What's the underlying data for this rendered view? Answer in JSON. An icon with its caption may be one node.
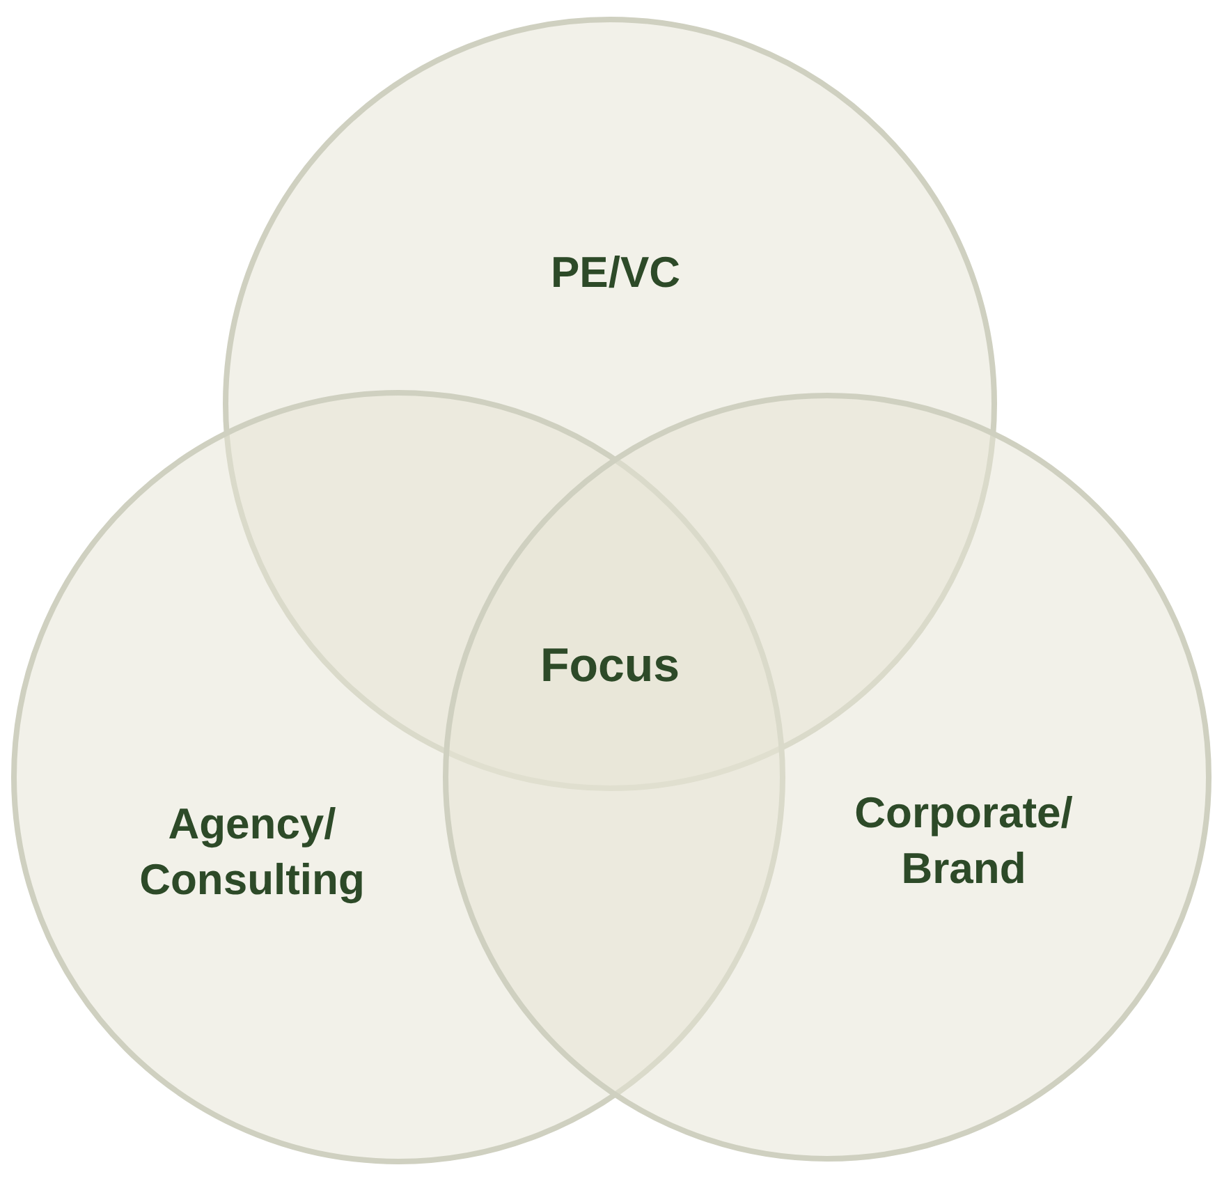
{
  "diagram": {
    "nodes": [
      {
        "text": [
          "PE/VC"
        ]
      },
      {
        "text": [
          "Agency/ Consulting"
        ]
      },
      {
        "text": [
          "Corporate/ Brand"
        ]
      },
      {
        "text": [
          "Focus"
        ]
      }
    ],
    "edges": []
  }
}
